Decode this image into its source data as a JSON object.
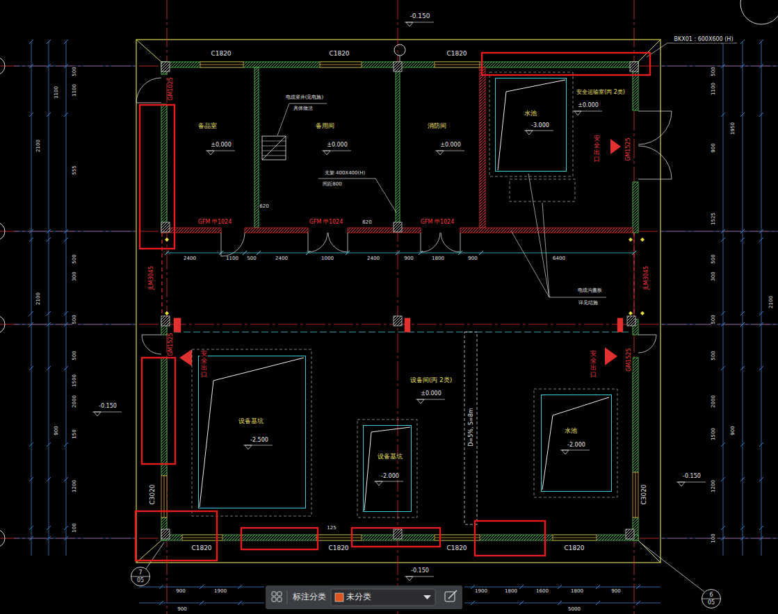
{
  "diagram": {
    "nodes": [
      {
        "text": [
          "备品室",
          "±0.000"
        ]
      },
      {
        "text": [
          "备用间",
          "±0.000"
        ]
      },
      {
        "text": [
          "消防间",
          "±0.000"
        ]
      },
      {
        "text": [
          "安全运输室(丙 2类)",
          "±0.000"
        ]
      },
      {
        "text": [
          "水池",
          "-3.000"
        ],
        "in": 3
      },
      {
        "text": [
          "设备间(丙 2类)",
          "±0.000"
        ]
      },
      {
        "text": [
          "设备基坑",
          "-2.500"
        ],
        "in": 5
      },
      {
        "text": [
          "设备基坑",
          "-2.000"
        ],
        "in": 5
      },
      {
        "text": [
          "水池",
          "-2.000"
        ],
        "in": 5
      },
      {
        "text": [
          "标注分类",
          "未分类"
        ]
      },
      {
        "text": [
          "7",
          "05"
        ]
      },
      {
        "text": [
          "6",
          "05"
        ]
      }
    ],
    "labels": [
      "-0.150",
      "C1820",
      "C1820",
      "C1820",
      "BKX01 : 600X600 (H)",
      "GM1025",
      "安全出口",
      "GM1525",
      "JLM3045",
      "JLM3045",
      "安全出口",
      "GM1525",
      "安全出口",
      "GM1525",
      "GFM 甲1024",
      "GFM 甲1024",
      "GFM 甲1024",
      "C3020",
      "C3020",
      "C1820",
      "C1820",
      "C1820",
      "C1820",
      "-0.150",
      "-0.150",
      "-0.150",
      "电缆竖井(见电施)",
      "具体做法",
      "支架 400X400(H)",
      "间距800",
      "电缆沟盖板",
      "详见结施",
      "620",
      "620",
      "2400",
      "1100",
      "500",
      "2400",
      "1000",
      "2400",
      "900",
      "1800",
      "900",
      "6400",
      "125",
      "D=5%, S=8m",
      "500",
      "1100",
      "555",
      "500",
      "300",
      "500",
      "500",
      "1500",
      "2000",
      "150",
      "1200",
      "100",
      "1100",
      "900",
      "2100",
      "2100",
      "500",
      "1100",
      "900",
      "1525",
      "500",
      "300",
      "500",
      "500",
      "2000",
      "1500",
      "1200",
      "100",
      "1950",
      "900",
      "2100",
      "900",
      "1900",
      "1900",
      "1800",
      "1600",
      "1800",
      "900",
      "900",
      "5000"
    ]
  }
}
